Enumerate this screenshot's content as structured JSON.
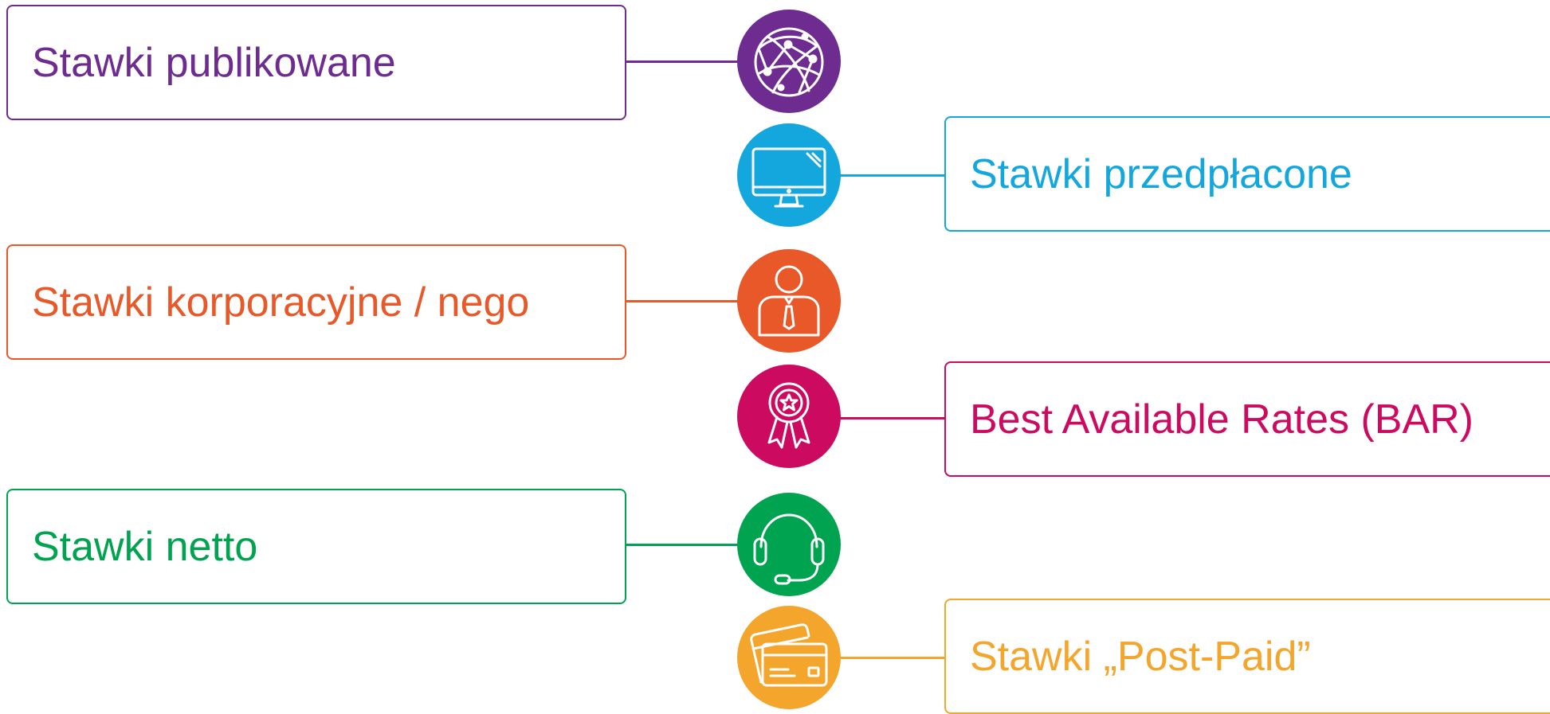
{
  "items": [
    {
      "label": "Stawki publikowane",
      "color": "#6e2c91",
      "icon": "globe-network-icon"
    },
    {
      "label": "Stawki przedpłacone",
      "color": "#13a7dd",
      "icon": "computer-monitor-icon"
    },
    {
      "label": "Stawki korporacyjne / nego",
      "color": "#e85829",
      "icon": "businessman-icon"
    },
    {
      "label": "Best Available Rates (BAR)",
      "color": "#cc0a5f",
      "icon": "award-ribbon-icon"
    },
    {
      "label": "Stawki netto",
      "color": "#00a34f",
      "icon": "headset-icon"
    },
    {
      "label": "Stawki „Post-Paid”",
      "color": "#f4a52c",
      "icon": "credit-cards-icon"
    }
  ]
}
